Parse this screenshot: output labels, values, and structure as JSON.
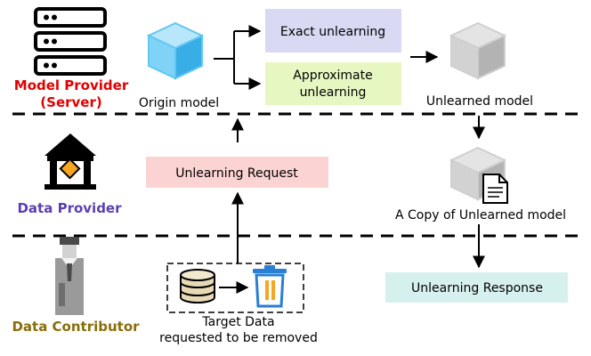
{
  "roles": {
    "model_provider": {
      "line1": "Model Provider",
      "line2": "(Server)",
      "color": "#e00000"
    },
    "data_provider": {
      "label": "Data Provider",
      "color": "#5c3fb0"
    },
    "data_contributor": {
      "label": "Data Contributor",
      "color": "#8a6d0b"
    }
  },
  "nodes": {
    "origin_model": "Origin model",
    "exact_unlearning": "Exact unlearning",
    "approximate_unlearning": {
      "line1": "Approximate",
      "line2": "unlearning"
    },
    "unlearned_model": "Unlearned model",
    "unlearning_request": "Unlearning Request",
    "copy_of_unlearned_model": "A Copy of Unlearned model",
    "unlearning_response": "Unlearning Response",
    "target_data": {
      "line1": "Target Data",
      "line2": "requested to be removed"
    }
  },
  "colors": {
    "exact_box": "#d9d9f3",
    "approx_box": "#e6f7c2",
    "request_box": "#fbd3d3",
    "response_box": "#d6f0ee",
    "origin_cube": "#4fc3f7",
    "unlearned_cube": "#c8c8c8"
  },
  "icons": [
    "server-icon",
    "cube-icon",
    "house-icon",
    "person-icon",
    "database-icon",
    "trash-icon",
    "document-icon"
  ]
}
